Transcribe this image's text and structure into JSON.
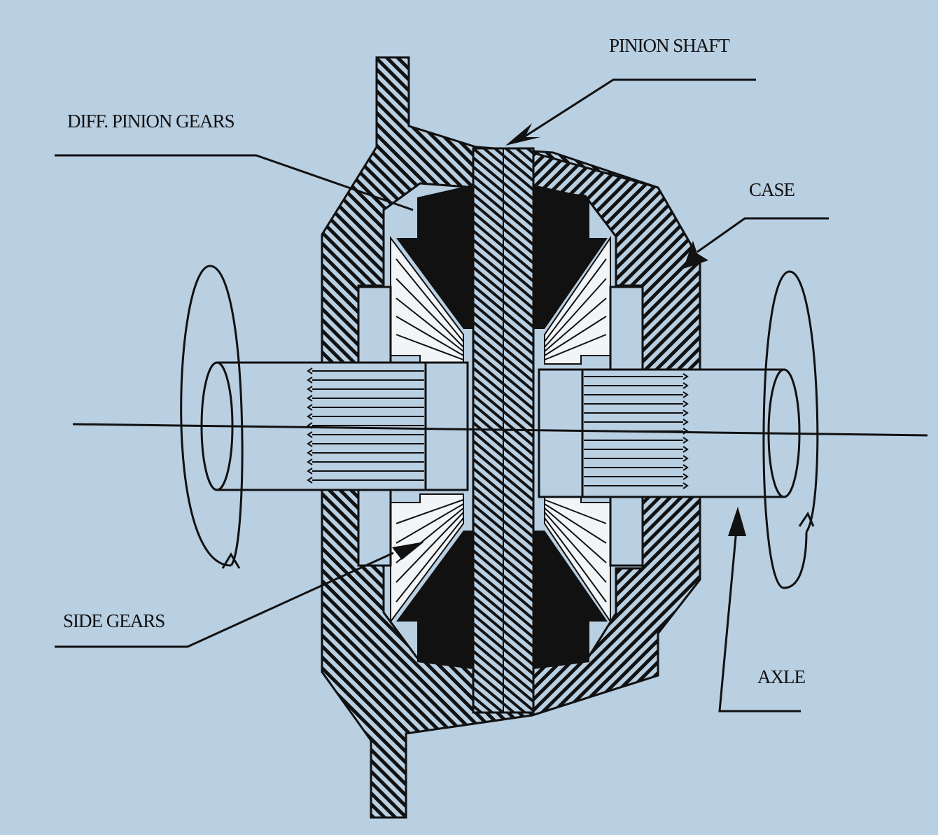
{
  "labels": {
    "pinion_shaft": "PINION SHAFT",
    "diff_pinion_gears": "DIFF. PINION GEARS",
    "case": "CASE",
    "side_gears": "SIDE GEARS",
    "axle": "AXLE"
  },
  "colors": {
    "background": "#b9cfe2",
    "ink": "#111111",
    "gear_fill": "#f2f5f8"
  }
}
